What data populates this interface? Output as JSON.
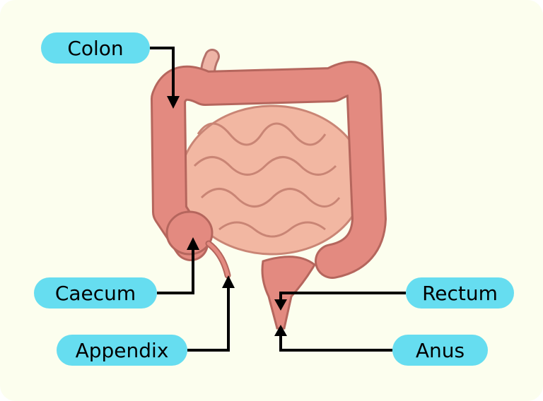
{
  "title": "Large intestine diagram",
  "labels": {
    "colon": "Colon",
    "caecum": "Caecum",
    "appendix": "Appendix",
    "rectum": "Rectum",
    "anus": "Anus"
  },
  "colors": {
    "background": "#fcfeee",
    "label": "#66ddf0",
    "colon": "#e38a80",
    "small_intestine": "#f2b7a2"
  }
}
